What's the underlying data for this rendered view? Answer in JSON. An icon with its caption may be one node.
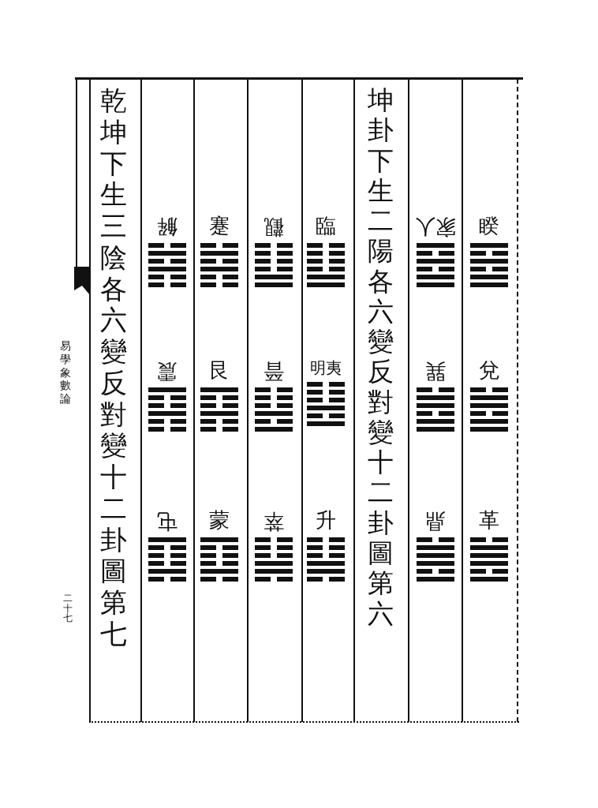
{
  "diagram": {
    "nodes": [
      {
        "text": [
          "睽"
        ]
      },
      {
        "text": [
          "兌"
        ]
      },
      {
        "text": [
          "革"
        ]
      },
      {
        "text": [
          "家人"
        ]
      },
      {
        "text": [
          "巽"
        ]
      },
      {
        "text": [
          "鼎"
        ]
      },
      {
        "text": [
          "臨"
        ]
      },
      {
        "text": [
          "明夷"
        ]
      },
      {
        "text": [
          "升"
        ]
      },
      {
        "text": [
          "觀"
        ]
      },
      {
        "text": [
          "晉"
        ]
      },
      {
        "text": [
          "萃"
        ]
      },
      {
        "text": [
          "蹇"
        ]
      },
      {
        "text": [
          "艮"
        ]
      },
      {
        "text": [
          "蒙"
        ]
      },
      {
        "text": [
          "解"
        ]
      },
      {
        "text": [
          "震"
        ]
      },
      {
        "text": [
          "屯"
        ]
      }
    ],
    "labels": [
      "坤卦下生二陽各六變反對變十二卦圖第六",
      "乾坤下生三陰各六變反對變十二卦圖第七",
      "易學象數論",
      "二十七"
    ]
  }
}
